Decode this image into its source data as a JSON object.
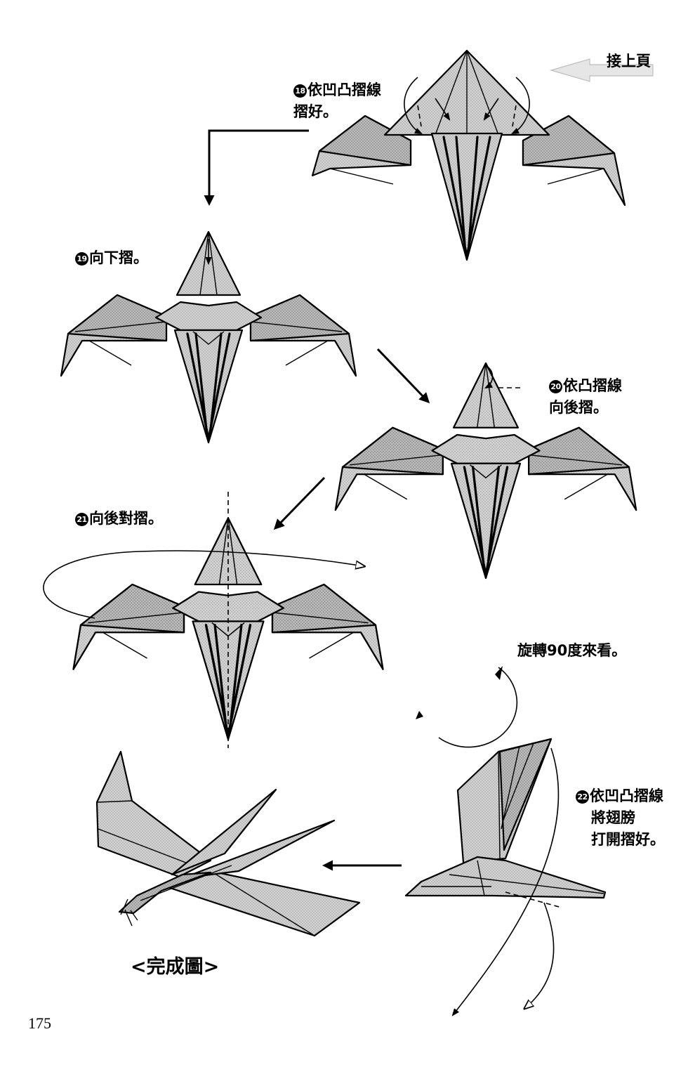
{
  "page_number": "175",
  "continue_label": "接上頁",
  "final_caption": "<完成圖>",
  "steps": [
    {
      "num": "18",
      "lines": [
        "依凹凸摺線",
        "摺好。"
      ]
    },
    {
      "num": "19",
      "lines": [
        "向下摺。"
      ]
    },
    {
      "num": "20",
      "lines": [
        "依凸摺線",
        "向後摺。"
      ]
    },
    {
      "num": "21",
      "lines": [
        "向後對摺。"
      ]
    },
    {
      "num": "22",
      "lines": [
        "依凹凸摺線",
        "將翅膀",
        "打開摺好。"
      ]
    }
  ],
  "rotate_note": "旋轉90度來看。"
}
